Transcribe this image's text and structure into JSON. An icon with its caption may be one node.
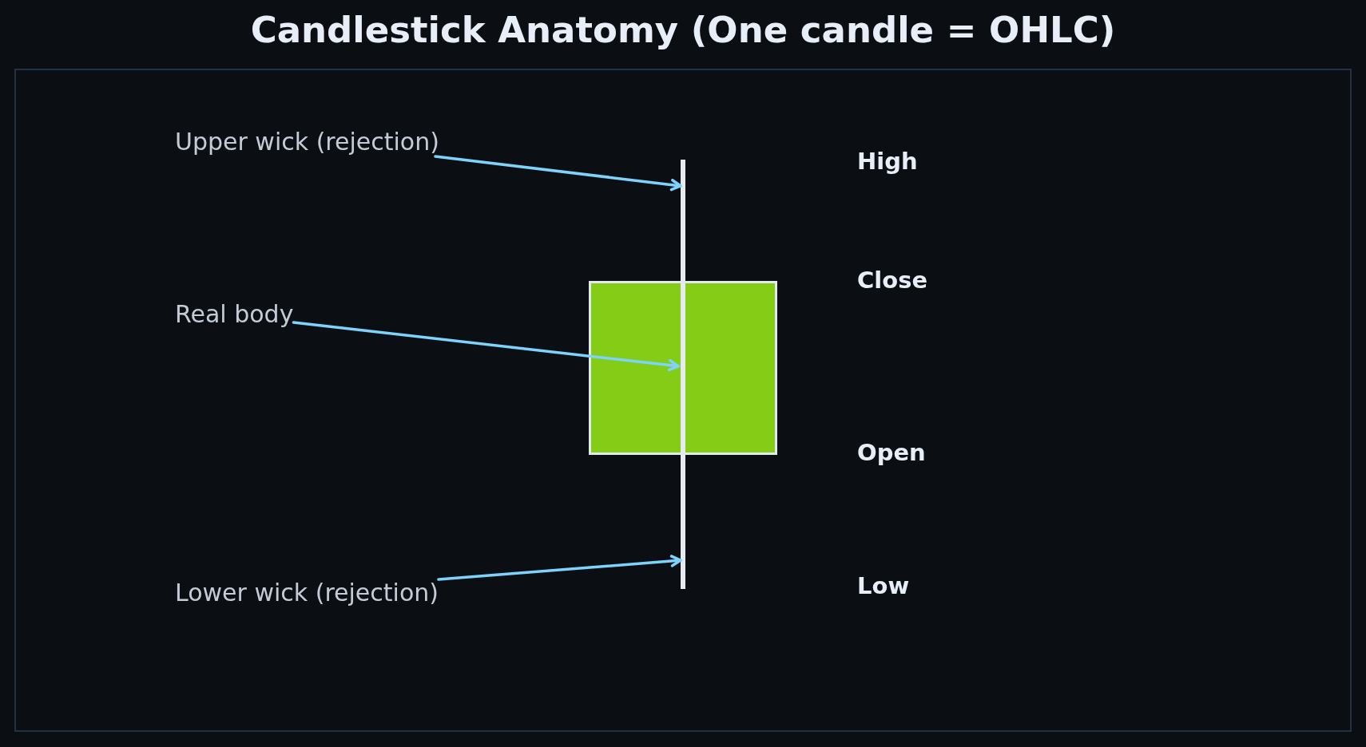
{
  "diagram": {
    "title": "Candlestick Anatomy (One candle = OHLC)",
    "nodes": [
      {
        "text": [
          "Upper wick (rejection)"
        ]
      },
      {
        "text": [
          "Real body"
        ]
      },
      {
        "text": [
          "Lower wick (rejection)"
        ]
      },
      {
        "text": [],
        "shape": "bar"
      },
      {
        "text": [],
        "shape": "box"
      },
      {
        "text": [],
        "shape": "bar"
      }
    ],
    "edges": [
      {
        "from": 0,
        "to": 3,
        "arrow": "to"
      },
      {
        "from": 1,
        "to": 4,
        "arrow": "to"
      },
      {
        "from": 2,
        "to": 5,
        "arrow": "to"
      }
    ],
    "labels": [
      "High",
      "Close",
      "Open",
      "Low"
    ]
  }
}
